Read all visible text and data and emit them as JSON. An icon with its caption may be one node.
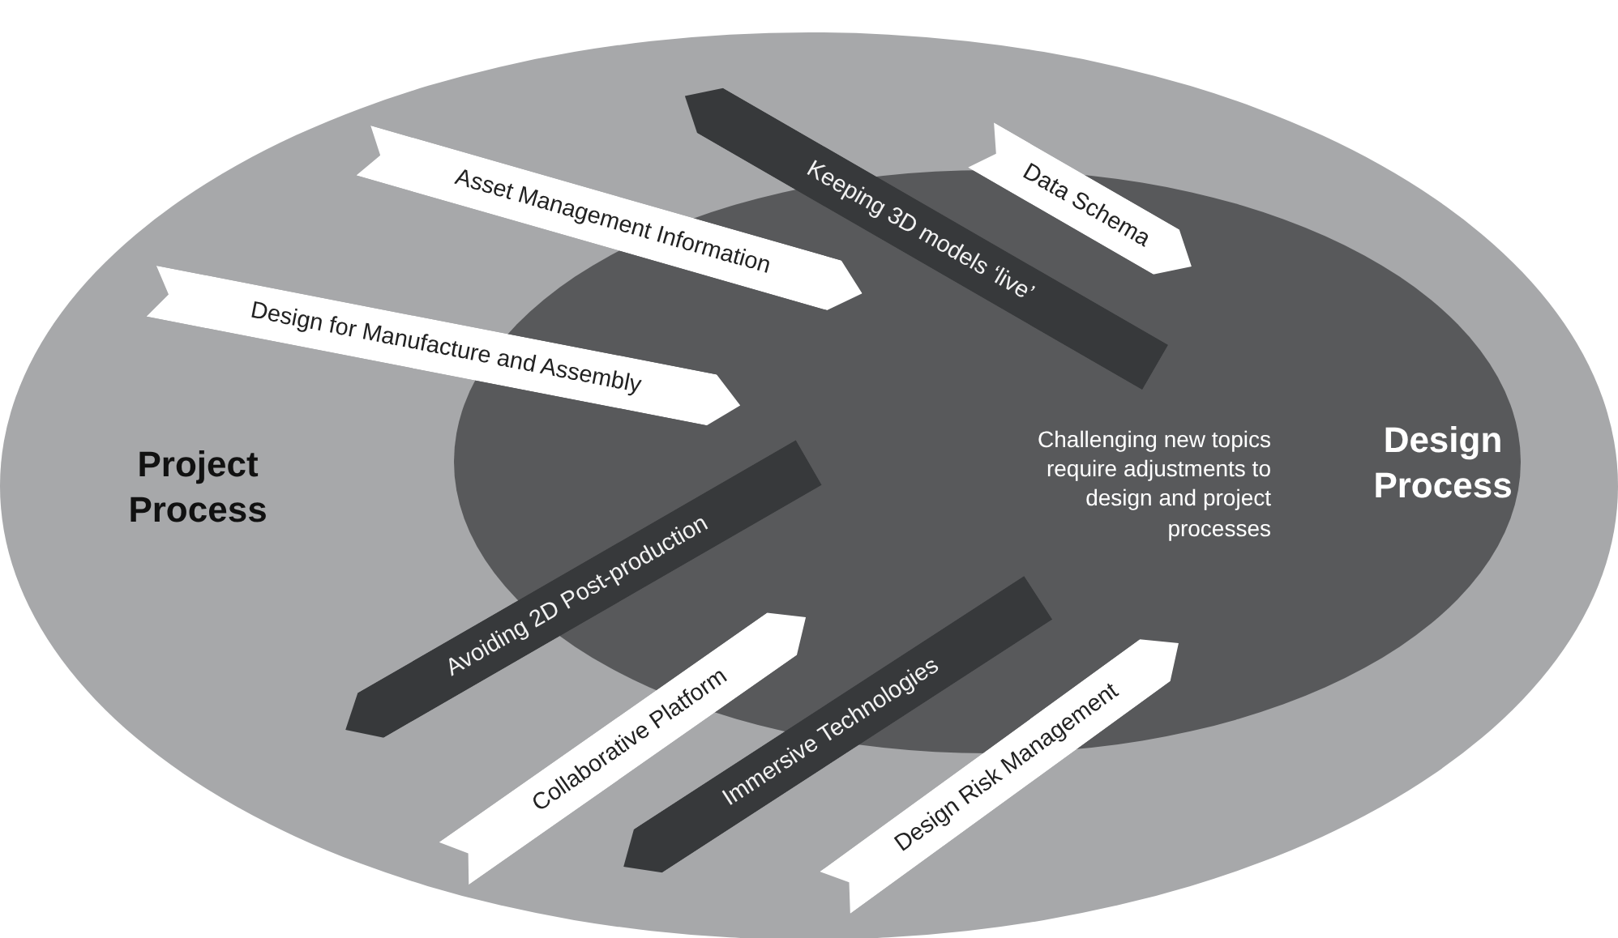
{
  "diagram": {
    "nodes": [
      {
        "text": [
          "Project Process"
        ]
      },
      {
        "text": [
          "Challenging new topics require adjustments to design and project processes",
          "Design Process"
        ],
        "in": 0
      },
      {
        "text": [
          "Keeping 3D models ‘live’"
        ],
        "in": 0
      },
      {
        "text": [
          "Asset Management Information"
        ],
        "in": 0
      },
      {
        "text": [
          "Data Schema"
        ],
        "in": 0
      },
      {
        "text": [
          "Design for Manufacture and Assembly"
        ],
        "in": 0
      },
      {
        "text": [
          "Avoiding 2D Post-production"
        ],
        "in": 0
      },
      {
        "text": [
          "Collaborative Platform"
        ],
        "in": 0
      },
      {
        "text": [
          "Immersive Technologies"
        ],
        "in": 0
      },
      {
        "text": [
          "Design Risk Management"
        ],
        "in": 0
      }
    ]
  }
}
